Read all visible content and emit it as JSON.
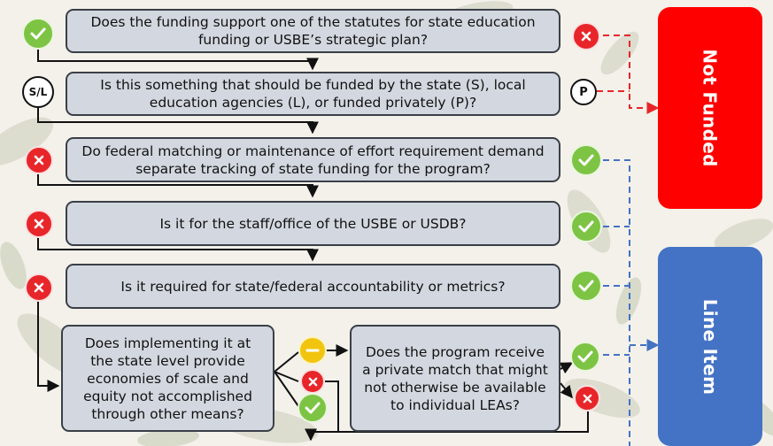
{
  "questions": [
    "Does the funding support one of the statutes for state education funding or USBE’s strategic plan?",
    "Is this something that should be funded by the state (S), local education agencies (L), or funded privately (P)?",
    "Do federal matching or maintenance of effort requirement demand separate tracking of state funding for the program?",
    "Is it for the staff/office of the USBE or USDB?",
    "Is it required for state/federal accountability or metrics?",
    "Does implementing it at the state level provide economies of scale and equity not accomplished through other means?",
    "Does the program receive a private match that might not otherwise be available to individual LEAs?"
  ],
  "badges": {
    "state_local": "S/L",
    "private": "P"
  },
  "outcomes": {
    "not_funded": "Not Funded",
    "line_item": "Line Item"
  },
  "colors": {
    "not_funded": "#ff0000",
    "line_item": "#4472c4",
    "check": "#7dc444",
    "cross": "#e8262a",
    "neutral": "#f1c40f",
    "question_fill": "#d3d8e0"
  },
  "icons": {
    "check": "check-icon",
    "cross": "x-icon",
    "neutral": "minus-icon"
  }
}
